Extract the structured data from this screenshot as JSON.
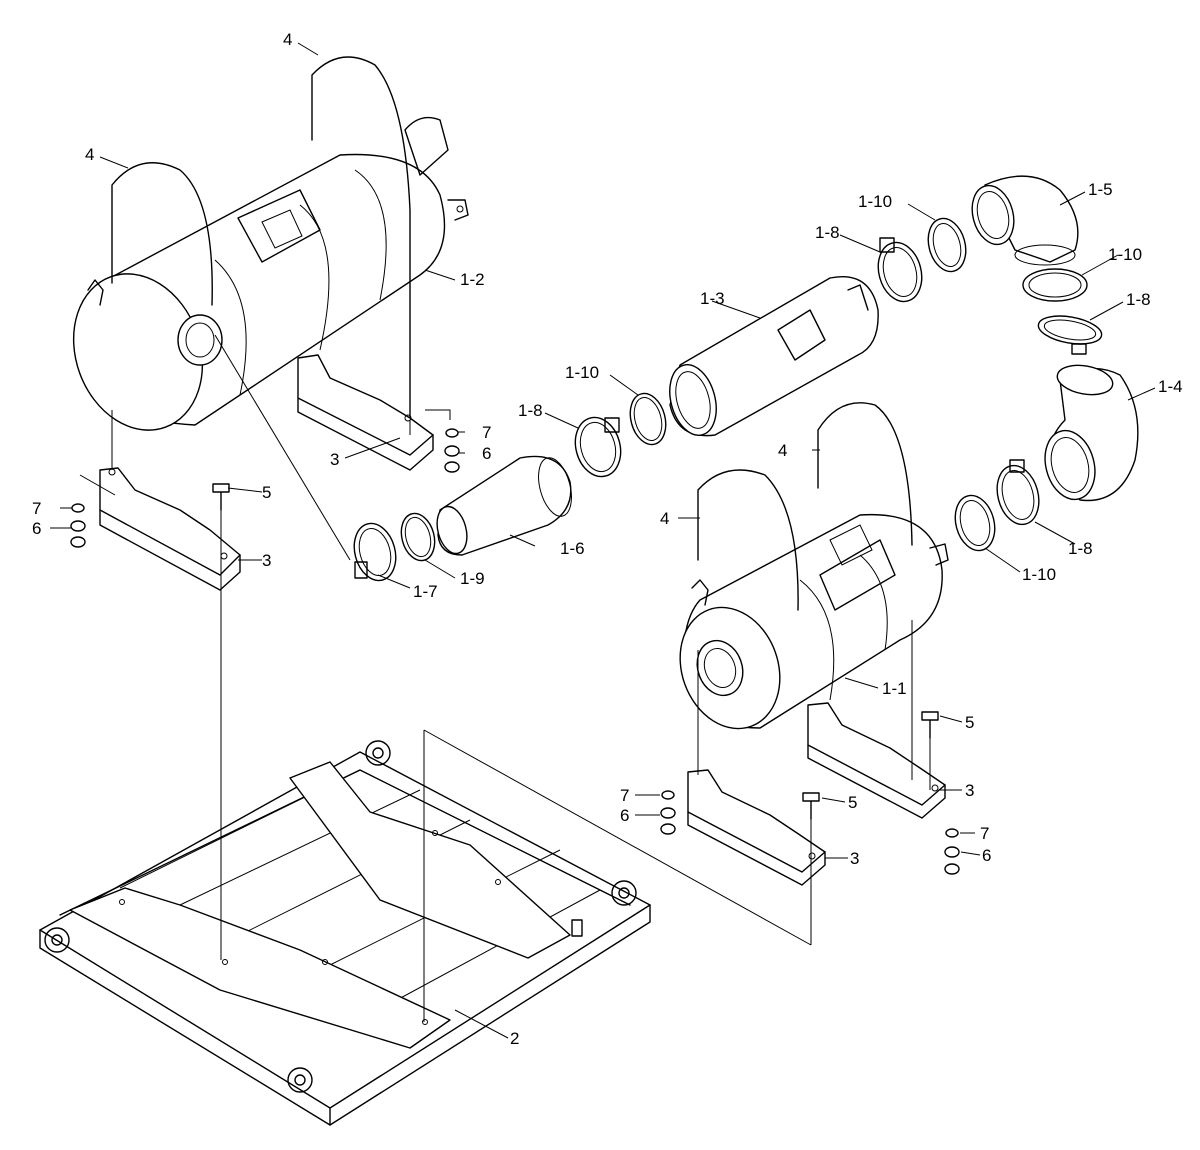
{
  "callouts": [
    {
      "id": "c4a",
      "text": "4"
    },
    {
      "id": "c4b",
      "text": "4"
    },
    {
      "id": "c12",
      "text": "1-2"
    },
    {
      "id": "c3a",
      "text": "3"
    },
    {
      "id": "c7a",
      "text": "7"
    },
    {
      "id": "c6a",
      "text": "6"
    },
    {
      "id": "c7b",
      "text": "7"
    },
    {
      "id": "c6b",
      "text": "6"
    },
    {
      "id": "c5a",
      "text": "5"
    },
    {
      "id": "c3b",
      "text": "3"
    },
    {
      "id": "c17",
      "text": "1-7"
    },
    {
      "id": "c19",
      "text": "1-9"
    },
    {
      "id": "c16",
      "text": "1-6"
    },
    {
      "id": "c18a",
      "text": "1-8"
    },
    {
      "id": "c110a",
      "text": "1-10"
    },
    {
      "id": "c13",
      "text": "1-3"
    },
    {
      "id": "c18b",
      "text": "1-8"
    },
    {
      "id": "c110b",
      "text": "1-10"
    },
    {
      "id": "c15",
      "text": "1-5"
    },
    {
      "id": "c110c",
      "text": "1-10"
    },
    {
      "id": "c18c",
      "text": "1-8"
    },
    {
      "id": "c14",
      "text": "1-4"
    },
    {
      "id": "c18d",
      "text": "1-8"
    },
    {
      "id": "c110d",
      "text": "1-10"
    },
    {
      "id": "c4c",
      "text": "4"
    },
    {
      "id": "c4d",
      "text": "4"
    },
    {
      "id": "c11",
      "text": "1-1"
    },
    {
      "id": "c5b",
      "text": "5"
    },
    {
      "id": "c3c",
      "text": "3"
    },
    {
      "id": "c7c",
      "text": "7"
    },
    {
      "id": "c6c",
      "text": "6"
    },
    {
      "id": "c5c",
      "text": "5"
    },
    {
      "id": "c3d",
      "text": "3"
    },
    {
      "id": "c7d",
      "text": "7"
    },
    {
      "id": "c6d",
      "text": "6"
    },
    {
      "id": "c2",
      "text": "2"
    }
  ]
}
